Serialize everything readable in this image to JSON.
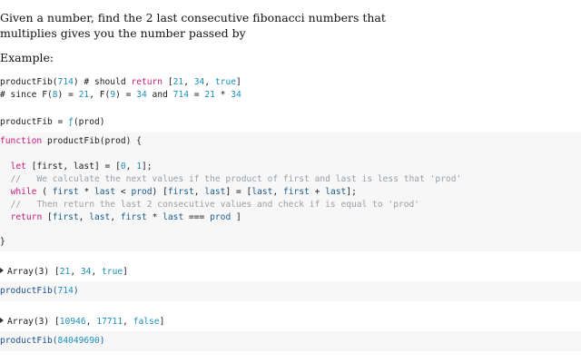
{
  "description": {
    "line1": "Given a number, find the 2 last consecutive fibonacci numbers that",
    "line2": "multiplies gives you the number passed by",
    "example_label": "Example:"
  },
  "example": {
    "l1_a": "productFib(",
    "l1_n": "714",
    "l1_b": ") # should ",
    "l1_ret": "return",
    "l1_c": " [",
    "l1_v1": "21",
    "l1_d": ", ",
    "l1_v2": "34",
    "l1_e": ", ",
    "l1_true": "true",
    "l1_f": "]",
    "l2_a": "# since F(",
    "l2_n1": "8",
    "l2_b": ") = ",
    "l2_n2": "21",
    "l2_c": ", F(",
    "l2_n3": "9",
    "l2_d": ") = ",
    "l2_n4": "34",
    "l2_and": " and ",
    "l2_n5": "714",
    "l2_e": " = ",
    "l2_n6": "21",
    "l2_f": " * ",
    "l2_n7": "34"
  },
  "definition": {
    "name": "productFib",
    "eq": " = ",
    "f": "ƒ",
    "args": "(prod)"
  },
  "code": {
    "c1_kw": "function",
    "c1_rest": " productFib(prod) {",
    "c2_let": "let",
    "c2_a": " [first, last] = [",
    "c2_n0": "0",
    "c2_b": ", ",
    "c2_n1": "1",
    "c2_c": "];",
    "c3": "//   We calculate the next values if the product of first and last is less that 'prod'",
    "c4_while": "while",
    "c4_a": " ( ",
    "c4_first": "first",
    "c4_b": " * ",
    "c4_last": "last",
    "c4_c": " < ",
    "c4_prod": "prod",
    "c4_d": ") [",
    "c4_first2": "first",
    "c4_e": ", ",
    "c4_last2": "last",
    "c4_f": "] = [",
    "c4_last3": "last",
    "c4_g": ", ",
    "c4_first3": "first",
    "c4_h": " + ",
    "c4_last4": "last",
    "c4_i": "];",
    "c5": "//   Then return the last 2 consecutive values and check if is equal to 'prod'",
    "c6_ret": "return",
    "c6_a": " [",
    "c6_first": "first",
    "c6_b": ", ",
    "c6_last": "last",
    "c6_c": ", ",
    "c6_first2": "first",
    "c6_d": " * ",
    "c6_last2": "last",
    "c6_e": " === ",
    "c6_prod": "prod",
    "c6_f": " ]",
    "c7": "}"
  },
  "results": [
    {
      "array_label": "Array(3) [",
      "v1": "21",
      "sep1": ", ",
      "v2": "34",
      "sep2": ", ",
      "v3": "true",
      "close": "]",
      "input_name": "productFib(",
      "input_arg": "714",
      "input_close": ")"
    },
    {
      "array_label": "Array(3) [",
      "v1": "10946",
      "sep1": ", ",
      "v2": "17711",
      "sep2": ", ",
      "v3": "false",
      "close": "]",
      "input_name": "productFib(",
      "input_arg": "84049690",
      "input_close": ")"
    }
  ]
}
